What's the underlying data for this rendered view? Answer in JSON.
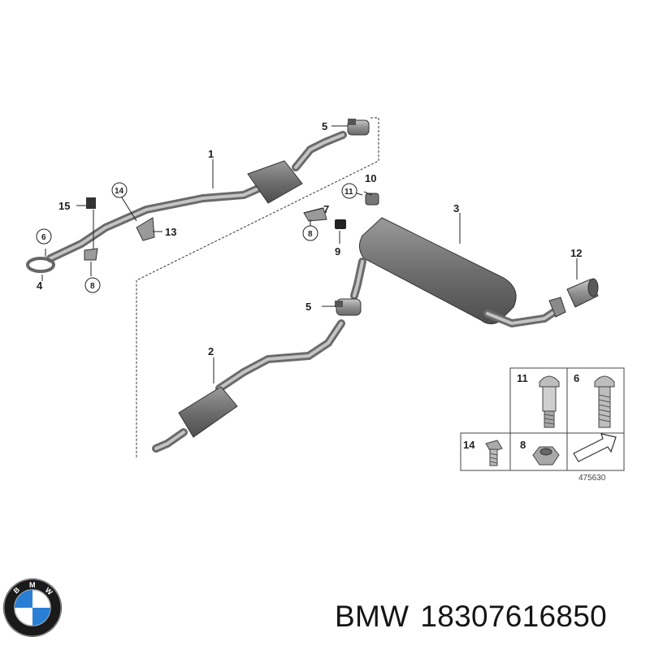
{
  "diagram": {
    "callouts": {
      "c1": "1",
      "c2": "2",
      "c3": "3",
      "c4": "4",
      "c5a": "5",
      "c5b": "5",
      "c6": "6",
      "c7": "7",
      "c8a": "8",
      "c8b": "8",
      "c9": "9",
      "c10": "10",
      "c11": "11",
      "c12": "12",
      "c13": "13",
      "c14": "14",
      "c15": "15"
    },
    "legend": {
      "k11": "11",
      "k6": "6",
      "k14": "14",
      "k8": "8",
      "ref": "475630"
    }
  },
  "footer": {
    "brand": "BMW",
    "part_number": "18307616850"
  },
  "logo": {
    "letters": "BMW"
  },
  "colors": {
    "part": "#8a8a8a",
    "part_dark": "#6a6a6a",
    "line": "#222222",
    "bmw_blue": "#2a7fd4"
  }
}
